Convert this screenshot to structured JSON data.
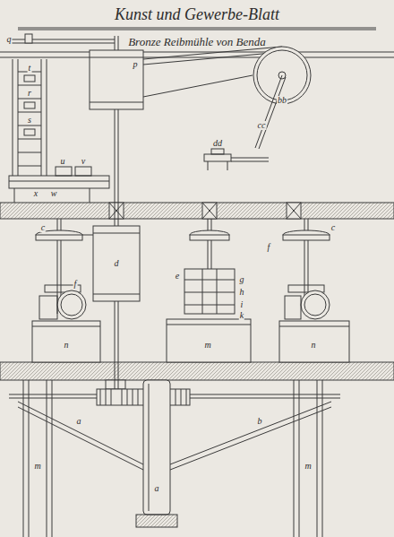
{
  "diagram": {
    "title": "Kunst und Gewerbe-Blatt",
    "labels": [
      "Bronze Reibmühle von Benda",
      "q",
      "p",
      "bb",
      "cc",
      "dd",
      "t",
      "r",
      "s",
      "u",
      "v",
      "w",
      "x",
      "c",
      "d",
      "f",
      "e",
      "g",
      "h",
      "i",
      "k",
      "f",
      "c",
      "n",
      "n",
      "m",
      "a",
      "a",
      "b",
      "m",
      "m"
    ]
  }
}
